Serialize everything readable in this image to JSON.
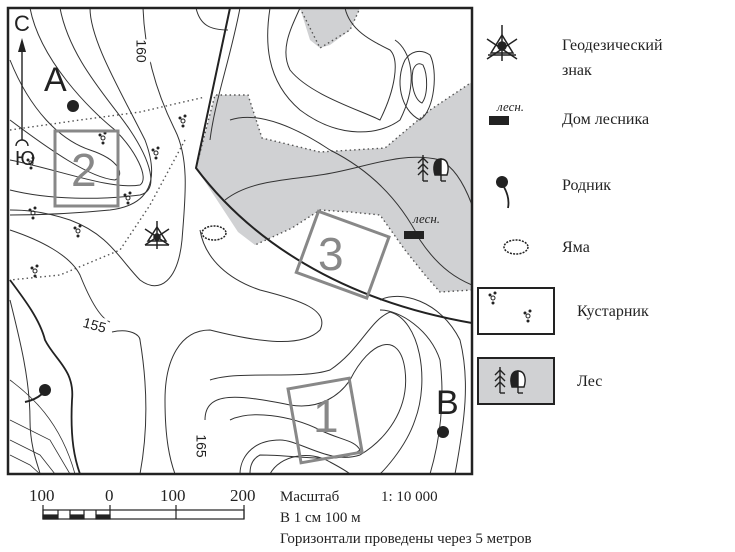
{
  "map": {
    "north_label": "С",
    "south_label": "Ю",
    "points": [
      {
        "label": "А"
      },
      {
        "label": "В"
      }
    ],
    "plots": [
      "1",
      "2",
      "3"
    ],
    "contour_labels": [
      "160",
      "155",
      "165"
    ],
    "forester_house_label": "лесн.",
    "colors": {
      "forest": "#d0d1d3",
      "plot_frame": "#888888",
      "lines": "#222222"
    }
  },
  "legend": {
    "items": [
      {
        "icon": "geodetic-sign-icon",
        "label_line1": "Геодезический",
        "label_line2": "знак"
      },
      {
        "icon": "forester-house-icon",
        "icon_caption": "лесн.",
        "label": "Дом лесника"
      },
      {
        "icon": "spring-icon",
        "label": "Родник"
      },
      {
        "icon": "pit-icon",
        "label": "Яма"
      },
      {
        "icon": "shrub-icon",
        "label": "Кустарник"
      },
      {
        "icon": "forest-icon",
        "label": "Лес"
      }
    ]
  },
  "scale": {
    "ticks": [
      "100",
      "0",
      "100",
      "200"
    ],
    "title": "Масштаб",
    "ratio": "1: 10 000",
    "per_cm": "В 1 см 100 м",
    "contour_interval": "Горизонтали проведены через 5 метров"
  }
}
